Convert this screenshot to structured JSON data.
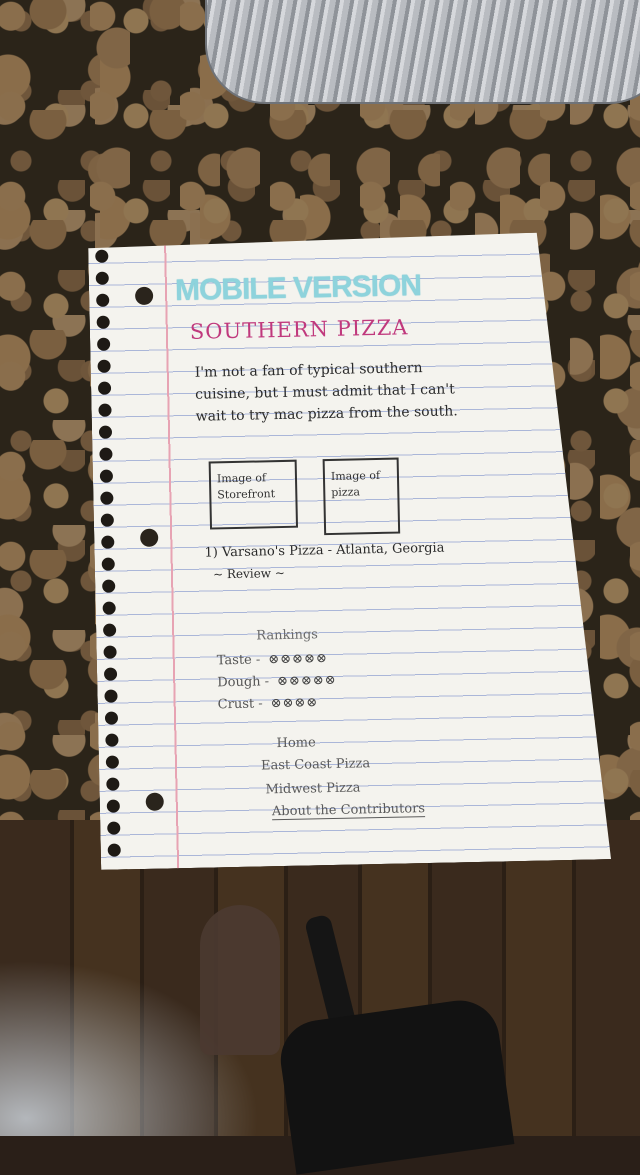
{
  "paper": {
    "title": "MOBILE VERSION",
    "subtitle": "SOUTHERN PIZZA",
    "intro": "I'm not a fan of typical southern cuisine, but I must admit that I can't wait to try mac pizza from the south.",
    "image_boxes": [
      {
        "label": "Image of Storefront"
      },
      {
        "label": "Image of pizza"
      }
    ],
    "review_heading": "1) Varsano's Pizza - Atlanta, Georgia",
    "review_sub": "~ Review ~",
    "rankings": {
      "heading": "Rankings",
      "rows": [
        {
          "label": "Taste -",
          "rating": "⊗⊗⊗⊗⊗"
        },
        {
          "label": "Dough -",
          "rating": "⊗⊗⊗⊗⊗"
        },
        {
          "label": "Crust -",
          "rating": "⊗⊗⊗⊗"
        }
      ]
    },
    "nav": {
      "items": [
        "Home",
        "East Coast Pizza",
        "Midwest Pizza",
        "About the Contributors"
      ]
    }
  }
}
